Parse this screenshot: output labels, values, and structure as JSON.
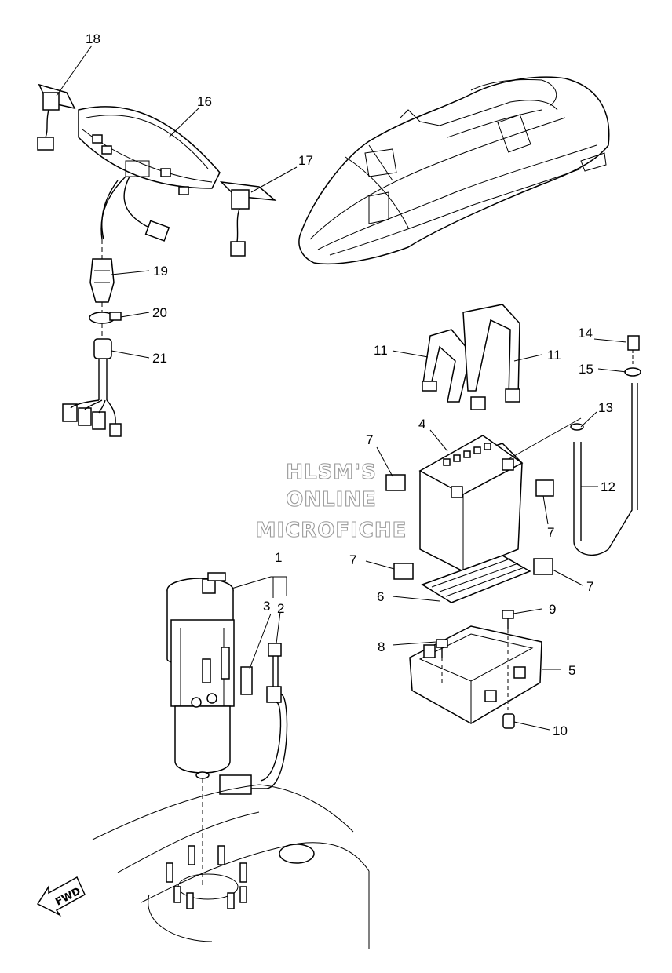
{
  "callouts": [
    {
      "id": "c1",
      "text": "1"
    },
    {
      "id": "c2",
      "text": "2"
    },
    {
      "id": "c3",
      "text": "3"
    },
    {
      "id": "c4",
      "text": "4"
    },
    {
      "id": "c5",
      "text": "5"
    },
    {
      "id": "c6",
      "text": "6"
    },
    {
      "id": "c7a",
      "text": "7"
    },
    {
      "id": "c7b",
      "text": "7"
    },
    {
      "id": "c7c",
      "text": "7"
    },
    {
      "id": "c7d",
      "text": "7"
    },
    {
      "id": "c8",
      "text": "8"
    },
    {
      "id": "c9",
      "text": "9"
    },
    {
      "id": "c10",
      "text": "10"
    },
    {
      "id": "c11a",
      "text": "11"
    },
    {
      "id": "c11b",
      "text": "11"
    },
    {
      "id": "c12",
      "text": "12"
    },
    {
      "id": "c13",
      "text": "13"
    },
    {
      "id": "c14",
      "text": "14"
    },
    {
      "id": "c15",
      "text": "15"
    },
    {
      "id": "c16",
      "text": "16"
    },
    {
      "id": "c17",
      "text": "17"
    },
    {
      "id": "c18",
      "text": "18"
    },
    {
      "id": "c19",
      "text": "19"
    },
    {
      "id": "c20",
      "text": "20"
    },
    {
      "id": "c21",
      "text": "21"
    }
  ],
  "watermark": {
    "line1": "HLSM'S",
    "line2": "ONLINE",
    "line3": "MICROFICHE"
  },
  "fwd_label": "FWD"
}
